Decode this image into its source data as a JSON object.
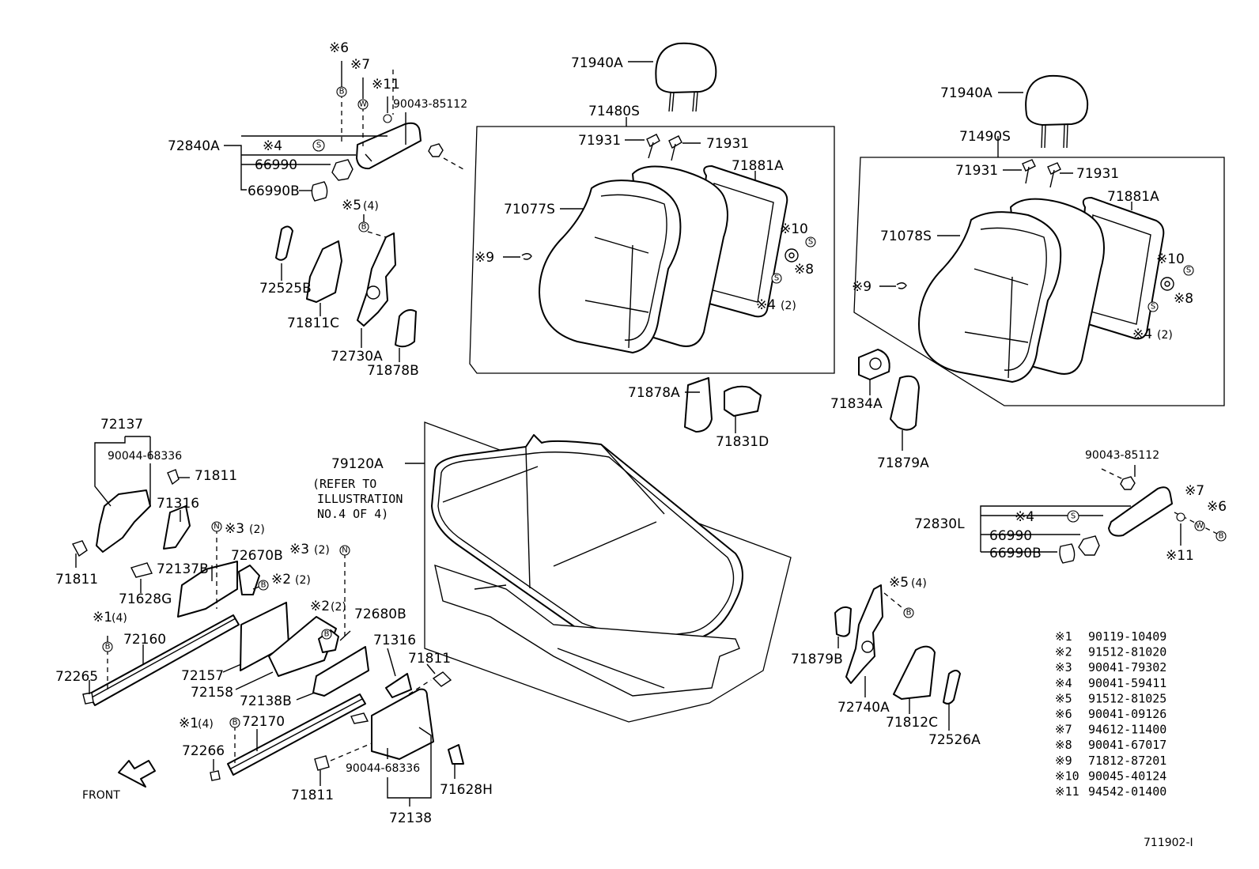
{
  "labels": {
    "l_71940A_l": "71940A",
    "l_71940A_r": "71940A",
    "l_71480S": "71480S",
    "l_71490S": "71490S",
    "l_71931_a": "71931",
    "l_71931_b": "71931",
    "l_71931_c": "71931",
    "l_71931_d": "71931",
    "l_71881A_l": "71881A",
    "l_71881A_r": "71881A",
    "l_71077S": "71077S",
    "l_71078S": "71078S",
    "l_k6_l": "※6",
    "l_k7_l": "※7",
    "l_k11_l": "※11",
    "l_90043_l": "90043-85112",
    "l_72840A": "72840A",
    "l_k4_l": "※4",
    "l_66990_l": "66990",
    "l_66990B_l": "66990B",
    "l_k5_l": "※5",
    "l_k5_l_n": "(4)",
    "l_72525B": "72525B",
    "l_71811C": "71811C",
    "l_72730A": "72730A",
    "l_71878B": "71878B",
    "l_k9_l": "※9",
    "l_k10_l": "※10",
    "l_k8_l": "※8",
    "l_k4b_l": "※4",
    "l_k4b_l_n": "(2)",
    "l_k9_r": "※9",
    "l_k10_r": "※10",
    "l_k8_r": "※8",
    "l_k4b_r": "※4",
    "l_k4b_r_n": "(2)",
    "l_71878A": "71878A",
    "l_71831D": "71831D",
    "l_71834A": "71834A",
    "l_71879A": "71879A",
    "l_90043_r": "90043-85112",
    "l_k7_r": "※7",
    "l_k6_r": "※6",
    "l_72830L": "72830L",
    "l_k4_r": "※4",
    "l_66990_r": "66990",
    "l_66990B_r": "66990B",
    "l_k11_r": "※11",
    "l_72137": "72137",
    "l_90044_a": "90044-68336",
    "l_71811_a": "71811",
    "l_71316_a": "71316",
    "l_k3_a": "※3",
    "l_k3_a_n": "(2)",
    "l_72670B": "72670B",
    "l_k3_b": "※3",
    "l_k3_b_n": "(2)",
    "l_k2_a": "※2",
    "l_k2_a_n": "(2)",
    "l_71811_b": "71811",
    "l_72137B": "72137B",
    "l_71628G": "71628G",
    "l_k1_a": "※1",
    "l_k1_a_n": "(4)",
    "l_72160": "72160",
    "l_72265": "72265",
    "l_72157": "72157",
    "l_72158": "72158",
    "l_k2_b": "※2",
    "l_k2_b_n": "(2)",
    "l_72680B": "72680B",
    "l_71316_b": "71316",
    "l_71811_c": "71811",
    "l_72138B": "72138B",
    "l_k1_b": "※1",
    "l_k1_b_n": "(4)",
    "l_72170": "72170",
    "l_72266": "72266",
    "l_90044_b": "90044-68336",
    "l_71628H": "71628H",
    "l_71811_d": "71811",
    "l_72138": "72138",
    "l_front": "FRONT",
    "l_79120A": "79120A",
    "l_refer_1": "(REFER TO",
    "l_refer_2": "ILLUSTRATION",
    "l_refer_3": "NO.4 OF 4)",
    "l_k5_r": "※5",
    "l_k5_r_n": "(4)",
    "l_71879B": "71879B",
    "l_72740A": "72740A",
    "l_71812C": "71812C",
    "l_72526A": "72526A",
    "l_code": "711902-I"
  },
  "symbols": {
    "B": "B",
    "W": "W",
    "S": "S",
    "N": "N"
  },
  "legend": [
    {
      "key": "※1",
      "part": "90119-10409"
    },
    {
      "key": "※2",
      "part": "91512-81020"
    },
    {
      "key": "※3",
      "part": "90041-79302"
    },
    {
      "key": "※4",
      "part": "90041-59411"
    },
    {
      "key": "※5",
      "part": "91512-81025"
    },
    {
      "key": "※6",
      "part": "90041-09126"
    },
    {
      "key": "※7",
      "part": "94612-11400"
    },
    {
      "key": "※8",
      "part": "90041-67017"
    },
    {
      "key": "※9",
      "part": "71812-87201"
    },
    {
      "key": "※10",
      "part": "90045-40124"
    },
    {
      "key": "※11",
      "part": "94542-01400"
    }
  ]
}
